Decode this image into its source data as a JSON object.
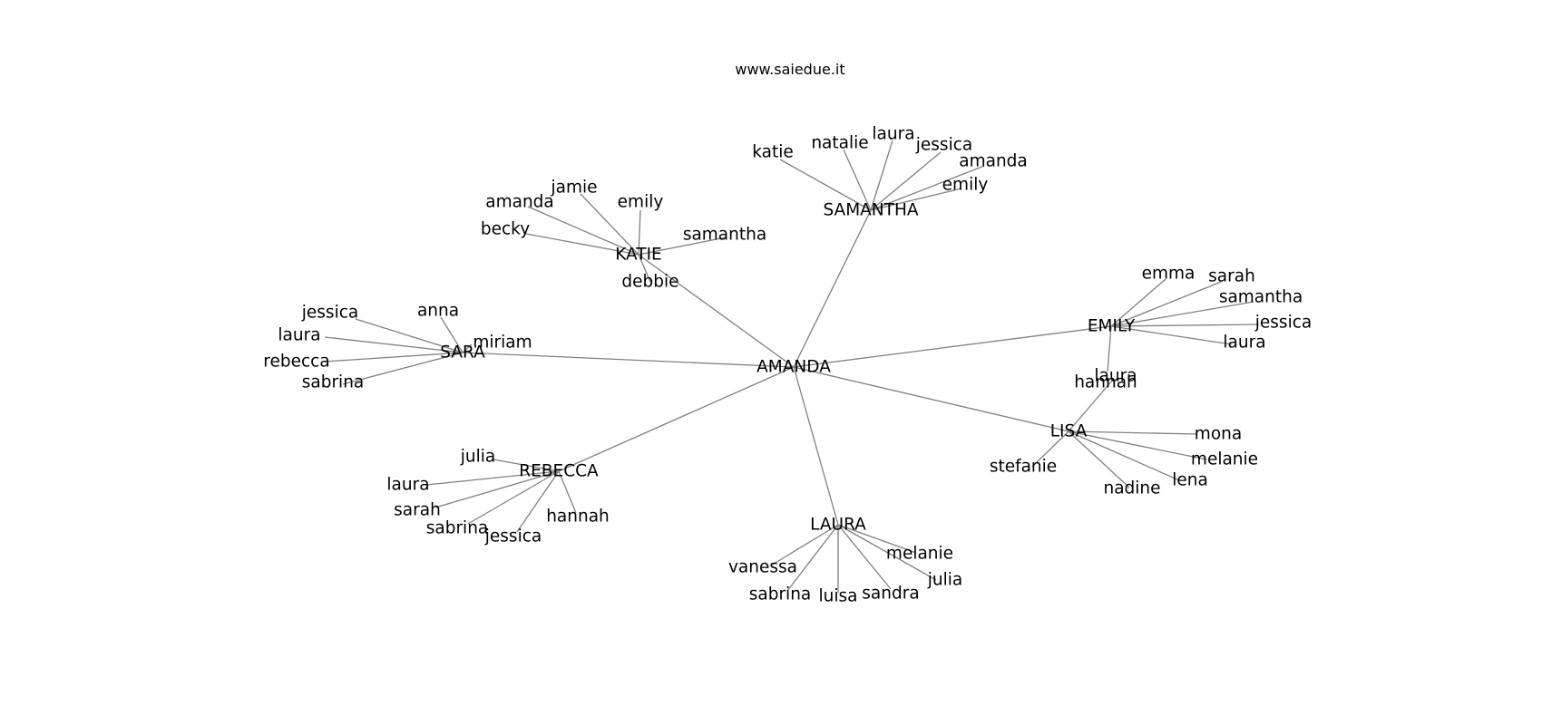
{
  "title": "www.saiedue.it",
  "edge_color": "#808080",
  "text_color": "#000000",
  "nodes": [
    {
      "id": "amanda_root",
      "label": "AMANDA"
    },
    {
      "id": "samantha",
      "label": "SAMANTHA"
    },
    {
      "id": "katie",
      "label": "KATIE"
    },
    {
      "id": "sara",
      "label": "SARA"
    },
    {
      "id": "emily",
      "label": "EMILY"
    },
    {
      "id": "lisa",
      "label": "LISA"
    },
    {
      "id": "rebecca",
      "label": "REBECCA"
    },
    {
      "id": "laura",
      "label": "LAURA"
    },
    {
      "id": "sam_katie",
      "label": "katie"
    },
    {
      "id": "sam_natalie",
      "label": "natalie"
    },
    {
      "id": "sam_laura",
      "label": "laura"
    },
    {
      "id": "sam_jessica",
      "label": "jessica"
    },
    {
      "id": "sam_amanda",
      "label": "amanda"
    },
    {
      "id": "sam_emily",
      "label": "emily"
    },
    {
      "id": "kat_jamie",
      "label": "jamie"
    },
    {
      "id": "kat_amanda",
      "label": "amanda"
    },
    {
      "id": "kat_emily",
      "label": "emily"
    },
    {
      "id": "kat_becky",
      "label": "becky"
    },
    {
      "id": "kat_samantha",
      "label": "samantha"
    },
    {
      "id": "kat_debbie",
      "label": "debbie"
    },
    {
      "id": "sar_jessica",
      "label": "jessica"
    },
    {
      "id": "sar_anna",
      "label": "anna"
    },
    {
      "id": "sar_laura",
      "label": "laura"
    },
    {
      "id": "sar_miriam",
      "label": "miriam"
    },
    {
      "id": "sar_rebecca",
      "label": "rebecca"
    },
    {
      "id": "sar_sabrina",
      "label": "sabrina"
    },
    {
      "id": "emi_emma",
      "label": "emma"
    },
    {
      "id": "emi_sarah",
      "label": "sarah"
    },
    {
      "id": "emi_samantha",
      "label": "samantha"
    },
    {
      "id": "emi_jessica",
      "label": "jessica"
    },
    {
      "id": "emi_laura",
      "label": "laura"
    },
    {
      "id": "emi_hannah",
      "label": "hannah"
    },
    {
      "id": "lis_laura",
      "label": "laura"
    },
    {
      "id": "lis_mona",
      "label": "mona"
    },
    {
      "id": "lis_melanie",
      "label": "melanie"
    },
    {
      "id": "lis_stefanie",
      "label": "stefanie"
    },
    {
      "id": "lis_lena",
      "label": "lena"
    },
    {
      "id": "lis_nadine",
      "label": "nadine"
    },
    {
      "id": "reb_julia",
      "label": "julia"
    },
    {
      "id": "reb_laura",
      "label": "laura"
    },
    {
      "id": "reb_sarah",
      "label": "sarah"
    },
    {
      "id": "reb_hannah",
      "label": "hannah"
    },
    {
      "id": "reb_sabrina",
      "label": "sabrina"
    },
    {
      "id": "reb_jessica",
      "label": "jessica"
    },
    {
      "id": "lau_melanie",
      "label": "melanie"
    },
    {
      "id": "lau_vanessa",
      "label": "vanessa"
    },
    {
      "id": "lau_julia",
      "label": "julia"
    },
    {
      "id": "lau_sabrina",
      "label": "sabrina"
    },
    {
      "id": "lau_luisa",
      "label": "luisa"
    },
    {
      "id": "lau_sandra",
      "label": "sandra"
    }
  ],
  "edges": [
    [
      "amanda_root",
      "samantha"
    ],
    [
      "amanda_root",
      "katie"
    ],
    [
      "amanda_root",
      "sara"
    ],
    [
      "amanda_root",
      "emily"
    ],
    [
      "amanda_root",
      "lisa"
    ],
    [
      "amanda_root",
      "rebecca"
    ],
    [
      "amanda_root",
      "laura"
    ],
    [
      "samantha",
      "sam_katie"
    ],
    [
      "samantha",
      "sam_natalie"
    ],
    [
      "samantha",
      "sam_laura"
    ],
    [
      "samantha",
      "sam_jessica"
    ],
    [
      "samantha",
      "sam_amanda"
    ],
    [
      "samantha",
      "sam_emily"
    ],
    [
      "katie",
      "kat_jamie"
    ],
    [
      "katie",
      "kat_amanda"
    ],
    [
      "katie",
      "kat_emily"
    ],
    [
      "katie",
      "kat_becky"
    ],
    [
      "katie",
      "kat_samantha"
    ],
    [
      "katie",
      "kat_debbie"
    ],
    [
      "sara",
      "sar_jessica"
    ],
    [
      "sara",
      "sar_anna"
    ],
    [
      "sara",
      "sar_laura"
    ],
    [
      "sara",
      "sar_miriam"
    ],
    [
      "sara",
      "sar_rebecca"
    ],
    [
      "sara",
      "sar_sabrina"
    ],
    [
      "emily",
      "emi_emma"
    ],
    [
      "emily",
      "emi_sarah"
    ],
    [
      "emily",
      "emi_samantha"
    ],
    [
      "emily",
      "emi_jessica"
    ],
    [
      "emily",
      "emi_laura"
    ],
    [
      "emily",
      "emi_hannah"
    ],
    [
      "lisa",
      "lis_laura"
    ],
    [
      "lisa",
      "lis_mona"
    ],
    [
      "lisa",
      "lis_melanie"
    ],
    [
      "lisa",
      "lis_stefanie"
    ],
    [
      "lisa",
      "lis_lena"
    ],
    [
      "lisa",
      "lis_nadine"
    ],
    [
      "rebecca",
      "reb_julia"
    ],
    [
      "rebecca",
      "reb_laura"
    ],
    [
      "rebecca",
      "reb_sarah"
    ],
    [
      "rebecca",
      "reb_hannah"
    ],
    [
      "rebecca",
      "reb_sabrina"
    ],
    [
      "rebecca",
      "reb_jessica"
    ],
    [
      "laura",
      "lau_melanie"
    ],
    [
      "laura",
      "lau_vanessa"
    ],
    [
      "laura",
      "lau_julia"
    ],
    [
      "laura",
      "lau_sabrina"
    ],
    [
      "laura",
      "lau_luisa"
    ],
    [
      "laura",
      "lau_sandra"
    ]
  ]
}
